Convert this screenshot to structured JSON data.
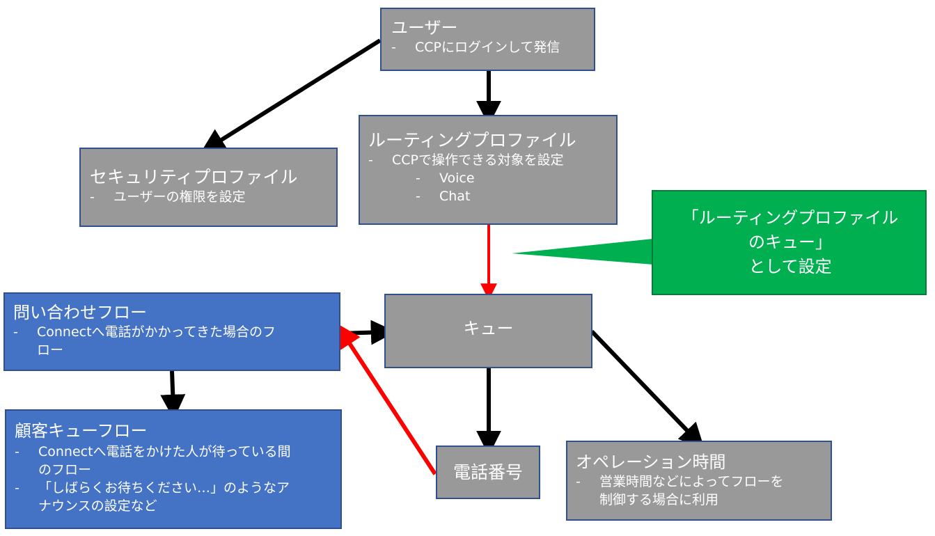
{
  "user": {
    "title": "ユーザー",
    "items": [
      "CCPにログインして発信"
    ]
  },
  "security_profile": {
    "title": "セキュリティプロファイル",
    "items": [
      "ユーザーの権限を設定"
    ]
  },
  "routing_profile": {
    "title": "ルーティングプロファイル",
    "items": [
      "CCPで操作できる対象を設定"
    ],
    "subitems": [
      "Voice",
      "Chat"
    ]
  },
  "callout": {
    "lines": [
      "「ルーティングプロファイル",
      "のキュー」",
      "として設定"
    ]
  },
  "queue": {
    "title": "キュー"
  },
  "contact_flow": {
    "title": "問い合わせフロー",
    "items": [
      "Connectへ電話がかかってきた場合のフ",
      "ロー"
    ]
  },
  "customer_queue_flow": {
    "title": "顧客キューフロー",
    "items": [
      {
        "line1": "Connectへ電話をかけた人が待っている間",
        "line2": "のフロー"
      },
      {
        "line1": "「しばらくお待ちください…」のようなア",
        "line2": "ナウンスの設定など"
      }
    ]
  },
  "phone_number": {
    "title": "電話番号"
  },
  "hours_of_operation": {
    "title": "オペレーション時間",
    "items": [
      {
        "line1": "営業時間などによってフローを",
        "line2": "制御する場合に利用"
      }
    ]
  },
  "item_marker": "-",
  "colors": {
    "gray_box": "#999999",
    "blue_box": "#4472c4",
    "callout": "#00b050",
    "arrow": "#000000",
    "highlight_arrow": "#ff0000"
  }
}
